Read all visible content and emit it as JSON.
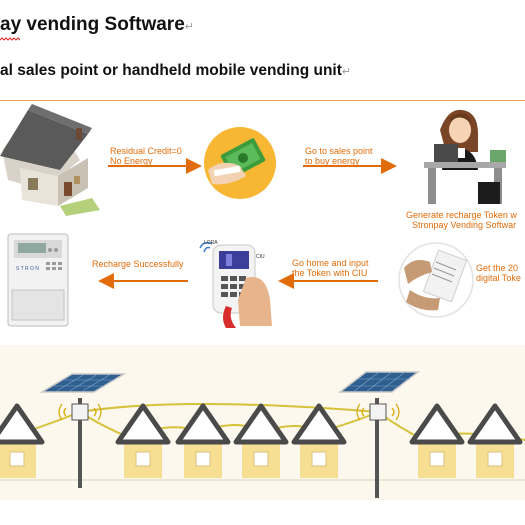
{
  "headings": {
    "title": "ay vending Software",
    "subtitle": "al sales point or handheld mobile vending unit",
    "pilcrow": "↵"
  },
  "flow": {
    "arrow1": {
      "line1": "Residual Credit=0",
      "line2": "No Energy"
    },
    "arrow2": {
      "line1": "Go to sales point",
      "line2": "to buy energy"
    },
    "step_token": {
      "line1": "Generate recharge Token w",
      "line2": "Stronpay Vending Softwar"
    },
    "step_get": {
      "line1": "Get the 20",
      "line2": "digital Toke"
    },
    "arrow3": {
      "line1": "Go home and input",
      "line2": "the Token with CIU"
    },
    "arrow4": {
      "line1": "Recharge Successfully"
    }
  },
  "device": {
    "lora": "LORA",
    "ciu": "CIU",
    "meter_brand": "S T R O N"
  },
  "colors": {
    "accent": "#e36c0a",
    "rule": "#e8a35a",
    "coin": "#f7b733",
    "roof": "#4a4a4a",
    "house_wall": "#f6df93",
    "wire": "#d6c23a"
  }
}
